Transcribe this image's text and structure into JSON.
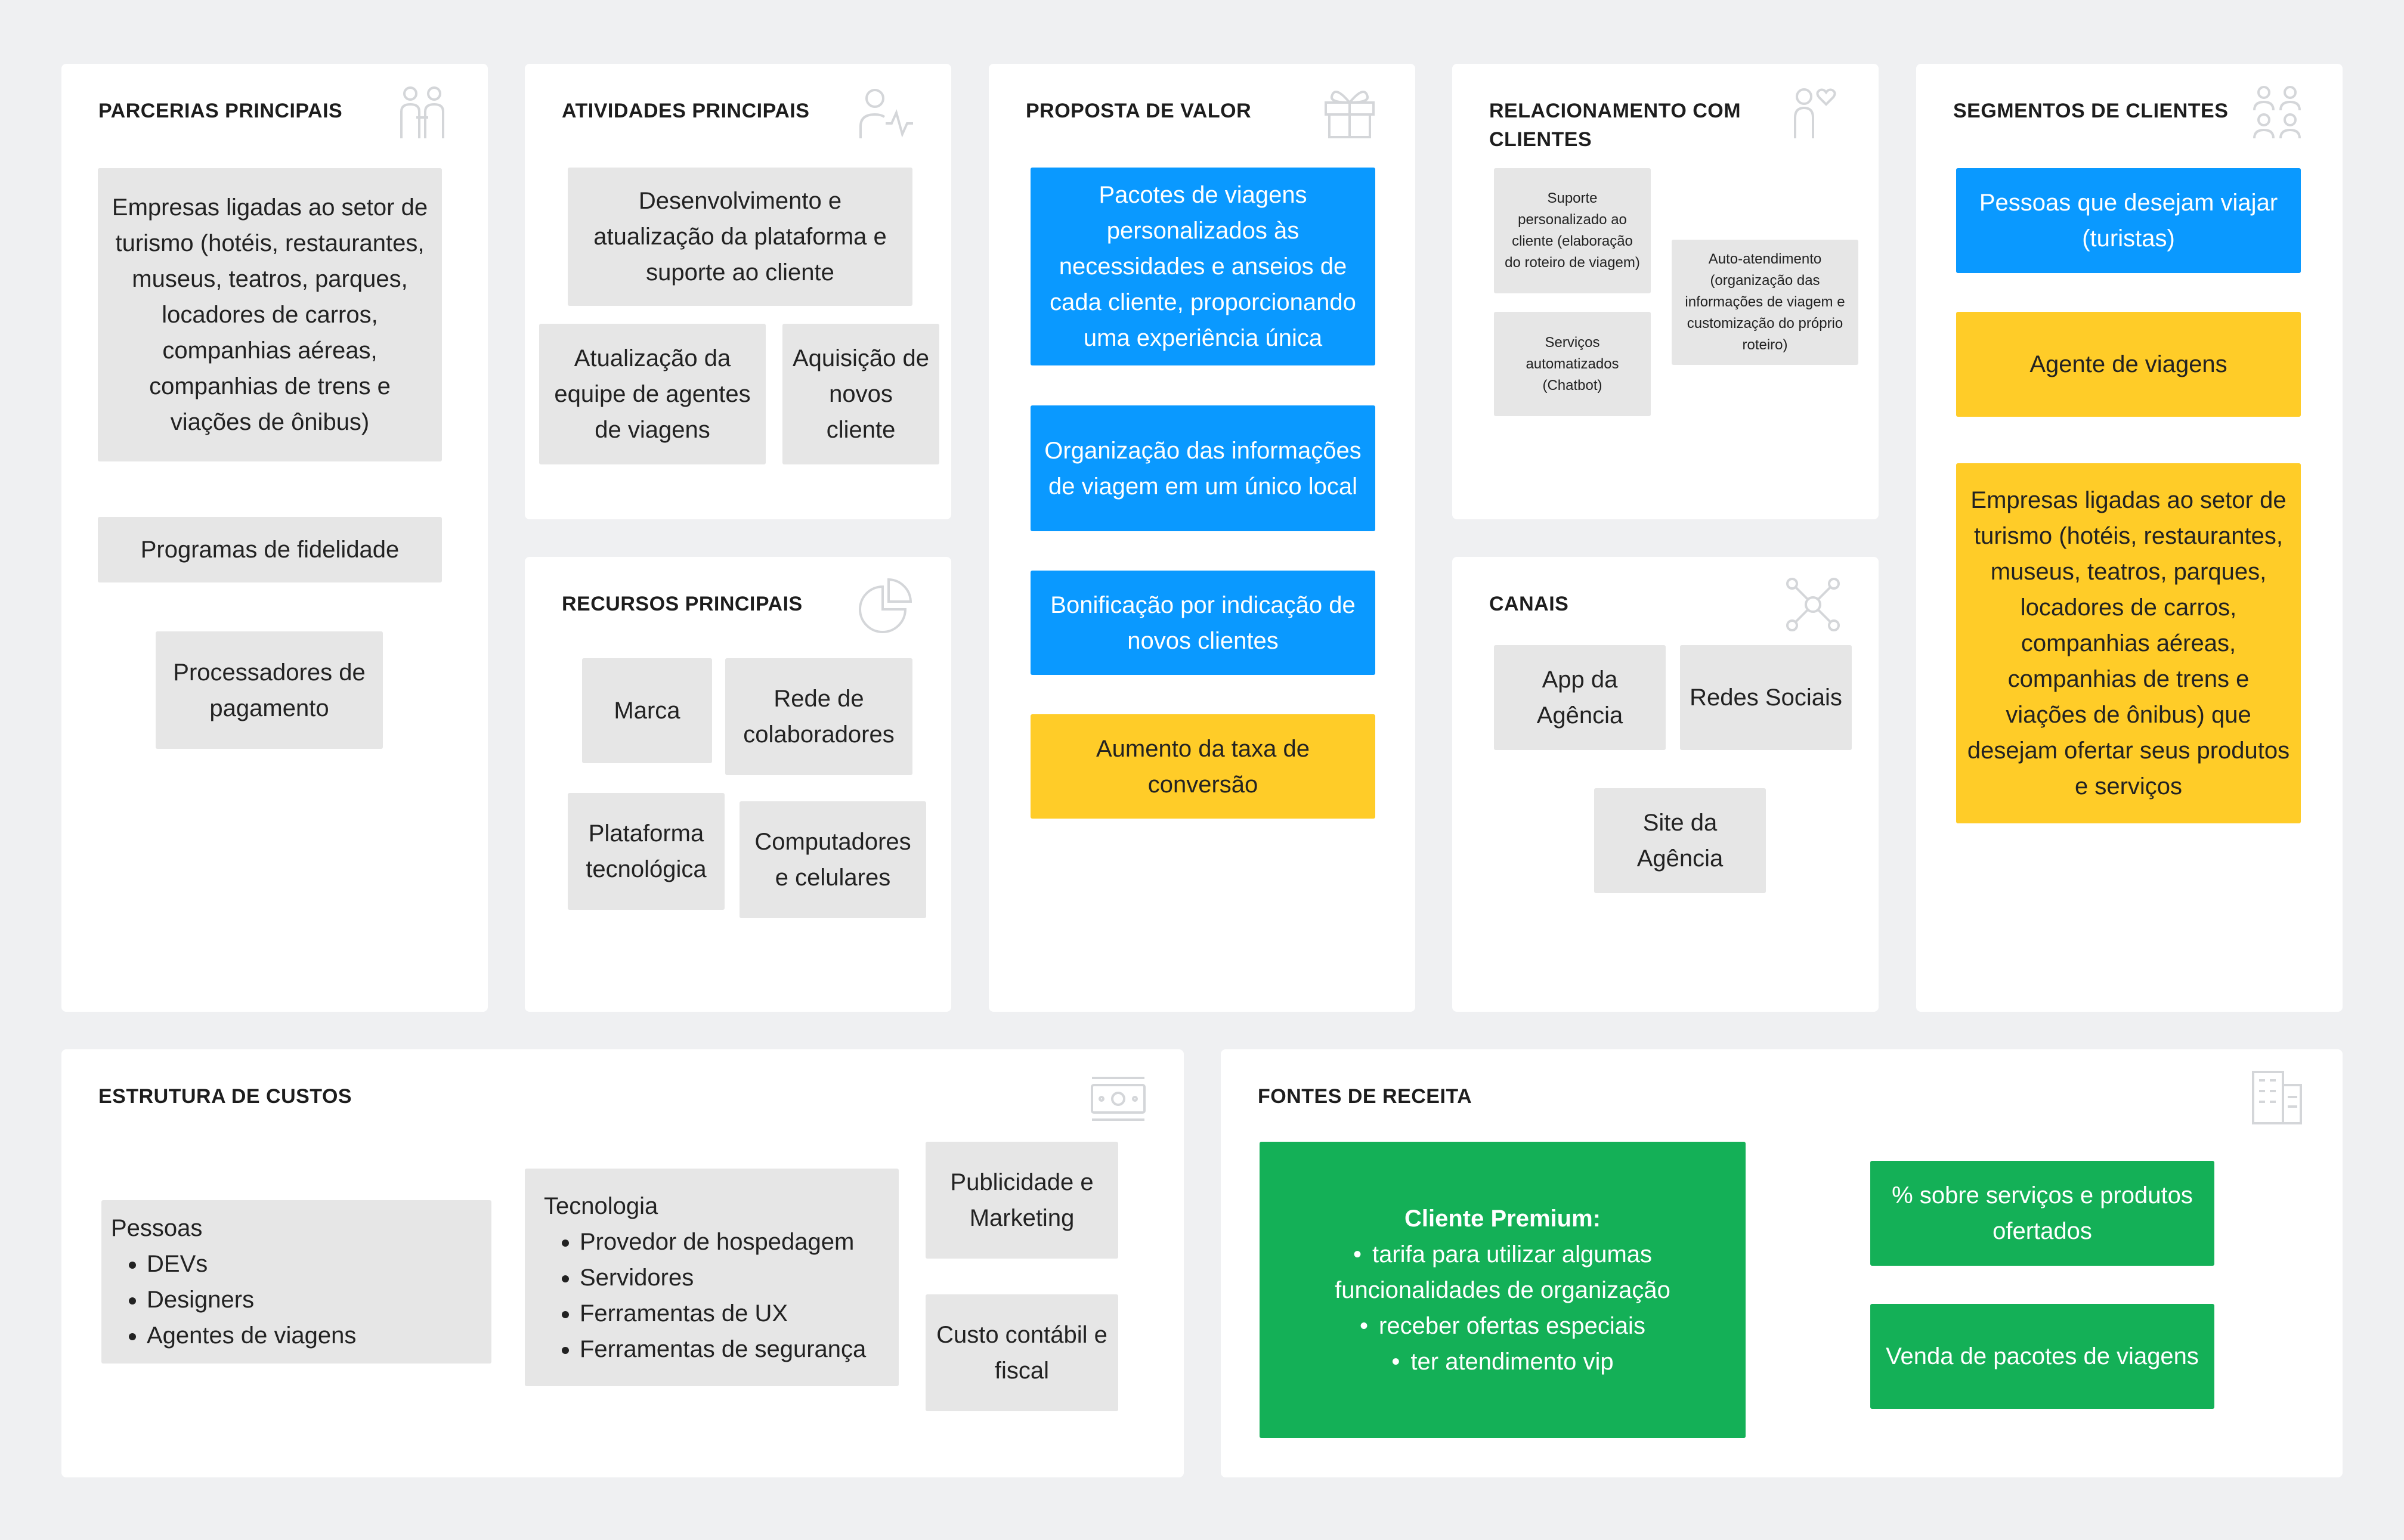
{
  "panels": {
    "parcerias": {
      "title": "PARCERIAS PRINCIPAIS",
      "icon": "partners-icon",
      "notes": [
        "Empresas ligadas ao setor de turismo (hotéis, restaurantes, museus, teatros, parques, locadores de carros, companhias aéreas, companhias de trens e viações de ônibus)",
        "Programas de fidelidade",
        "Processadores de pagamento"
      ]
    },
    "atividades": {
      "title": "ATIVIDADES PRINCIPAIS",
      "icon": "person-activity-icon",
      "notes": [
        "Desenvolvimento e atualização da plataforma e suporte ao cliente",
        "Atualização da equipe de agentes de viagens",
        "Aquisição de novos cliente"
      ]
    },
    "recursos": {
      "title": "RECURSOS PRINCIPAIS",
      "icon": "pie-chart-icon",
      "notes": [
        "Marca",
        "Rede de colaboradores",
        "Plataforma tecnológica",
        "Computadores e celulares"
      ]
    },
    "proposta": {
      "title": "PROPOSTA DE VALOR",
      "icon": "gift-icon",
      "notes": [
        "Pacotes de viagens personalizados às necessidades e anseios de cada cliente, proporcionando uma experiência única",
        "Organização das informações de viagem em um único local",
        "Bonificação por indicação de novos clientes",
        "Aumento da taxa de conversão"
      ]
    },
    "relacionamento": {
      "title": "RELACIONAMENTO COM CLIENTES",
      "icon": "person-heart-icon",
      "notes": [
        "Suporte personalizado ao cliente (elaboração do roteiro de viagem)",
        "Serviços automatizados (Chatbot)",
        "Auto-atendimento (organização das informações de viagem e customização do próprio roteiro)"
      ]
    },
    "canais": {
      "title": "CANAIS",
      "icon": "network-icon",
      "notes": [
        "App da Agência",
        "Redes Sociais",
        "Site da Agência"
      ]
    },
    "segmentos": {
      "title": "SEGMENTOS DE CLIENTES",
      "icon": "people-group-icon",
      "notes": [
        "Pessoas que desejam viajar (turistas)",
        "Agente de viagens",
        "Empresas ligadas ao setor de turismo (hotéis, restaurantes, museus, teatros, parques, locadores de carros, companhias aéreas, companhias de trens e viações de ônibus) que desejam ofertar seus produtos e serviços"
      ]
    },
    "custos": {
      "title": "ESTRUTURA DE CUSTOS",
      "icon": "money-icon",
      "pessoas": {
        "heading": "Pessoas",
        "items": [
          "DEVs",
          "Designers",
          "Agentes de viagens"
        ]
      },
      "tecnologia": {
        "heading": "Tecnologia",
        "items": [
          "Provedor de hospedagem",
          "Servidores",
          "Ferramentas de UX",
          "Ferramentas de segurança"
        ]
      },
      "notes": [
        "Publicidade e Marketing",
        "Custo contábil e fiscal"
      ]
    },
    "receita": {
      "title": "FONTES DE RECEITA",
      "icon": "revenue-icon",
      "premium": {
        "heading": "Cliente Premium:",
        "items": [
          "tarifa para utilizar algumas funcionalidades de organização",
          "receber ofertas especiais",
          "ter atendimento vip"
        ]
      },
      "notes": [
        "% sobre serviços e produtos ofertados",
        "Venda de pacotes de viagens"
      ]
    }
  },
  "colors": {
    "background": "#eff0f2",
    "panel": "#ffffff",
    "note_gray": "#e6e6e6",
    "note_blue": "#0a99ff",
    "note_yellow": "#ffcc28",
    "note_green": "#14b057"
  }
}
